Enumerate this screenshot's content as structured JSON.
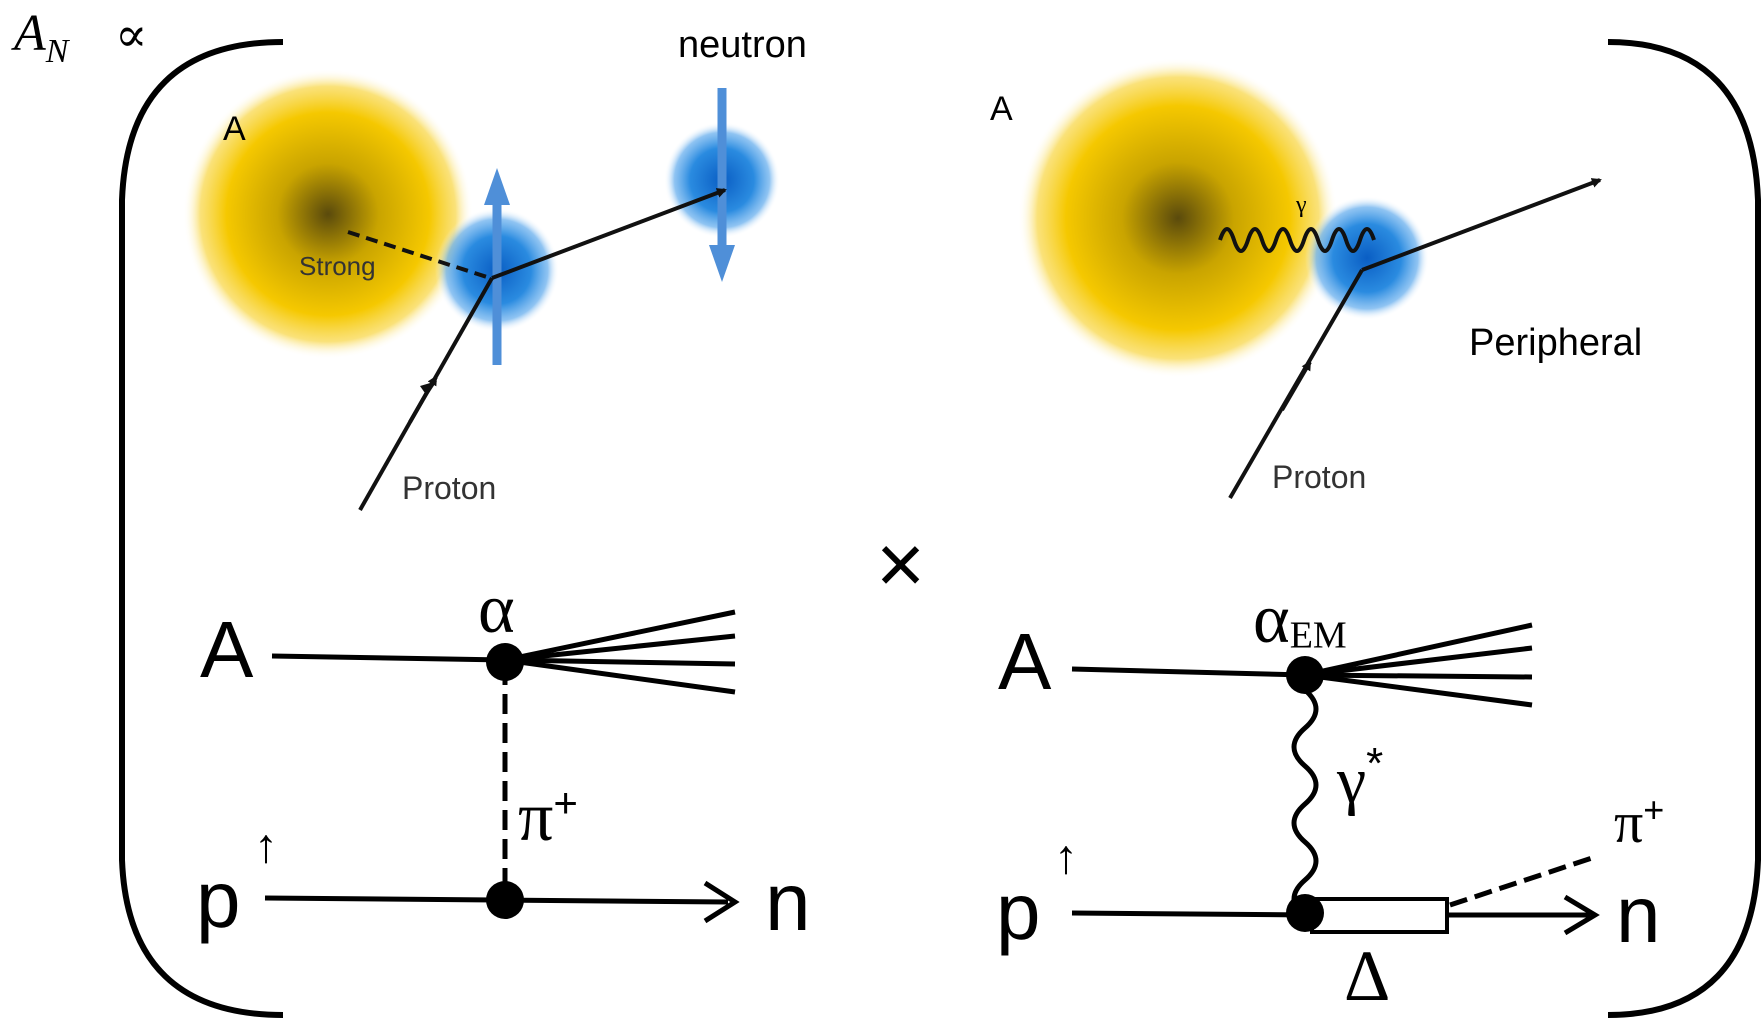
{
  "prefactor": {
    "symbol": "A",
    "subscript": "N",
    "relation": "∝"
  },
  "strong_panel": {
    "nucleus_label": "A",
    "outgoing_label": "neutron",
    "interaction_label": "Strong",
    "incoming_label": "Proton"
  },
  "peripheral_panel": {
    "nucleus_label": "A",
    "photon_label": "γ",
    "process_label": "Peripheral",
    "incoming_label": "Proton"
  },
  "operator": "×",
  "feynman_pion": {
    "target_label": "A",
    "coupling_label": "α",
    "exchange_label": "π",
    "exchange_charge": "+",
    "beam_label": "p",
    "beam_spin": "↑",
    "final_label": "n"
  },
  "feynman_em": {
    "target_label": "A",
    "coupling_label": "α",
    "coupling_subscript": "EM",
    "exchange_label": "γ",
    "exchange_star": "*",
    "beam_label": "p",
    "beam_spin": "↑",
    "resonance_label": "Δ",
    "pion_label": "π",
    "pion_charge": "+",
    "final_label": "n"
  },
  "colors": {
    "nucleus": "#f5c800",
    "nucleus_core": "#6b5a10",
    "nucleon": "#2a8be0",
    "spin_arrow": "#4f8fd8"
  }
}
